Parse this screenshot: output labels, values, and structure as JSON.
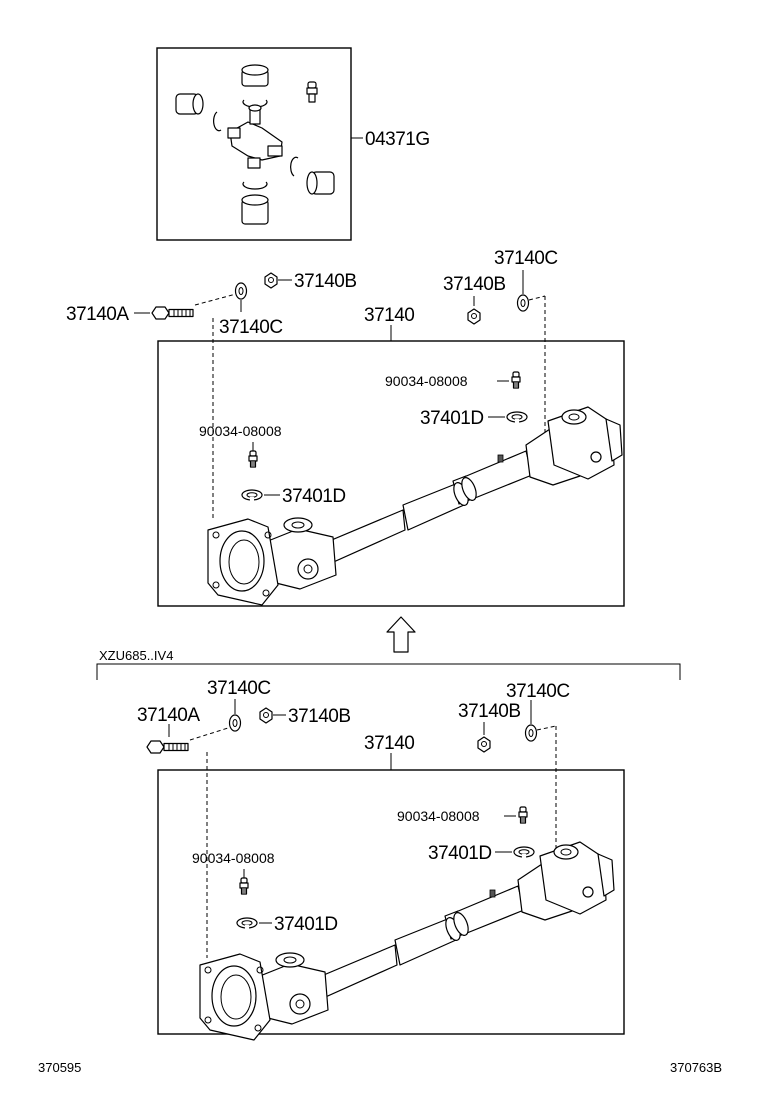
{
  "top_section": {
    "kit_label": "04371G",
    "shaft_label": "37140",
    "bolt_label": "37140A",
    "nut_left_label": "37140B",
    "washer_left_label": "37140C",
    "nut_right_label": "37140B",
    "washer_right_label": "37140C",
    "grease_right_label": "90034-08008",
    "clip_right_label": "37401D",
    "grease_left_label": "90034-08008",
    "clip_left_label": "37401D"
  },
  "variant_code": "XZU685..IV4",
  "bottom_section": {
    "shaft_label": "37140",
    "bolt_label": "37140A",
    "washer_left_label": "37140C",
    "nut_left_label": "37140B",
    "nut_right_label": "37140B",
    "washer_right_label": "37140C",
    "grease_right_label": "90034-08008",
    "clip_right_label": "37401D",
    "grease_left_label": "90034-08008",
    "clip_left_label": "37401D"
  },
  "footer": {
    "left_code": "370595",
    "right_code": "370763B"
  }
}
